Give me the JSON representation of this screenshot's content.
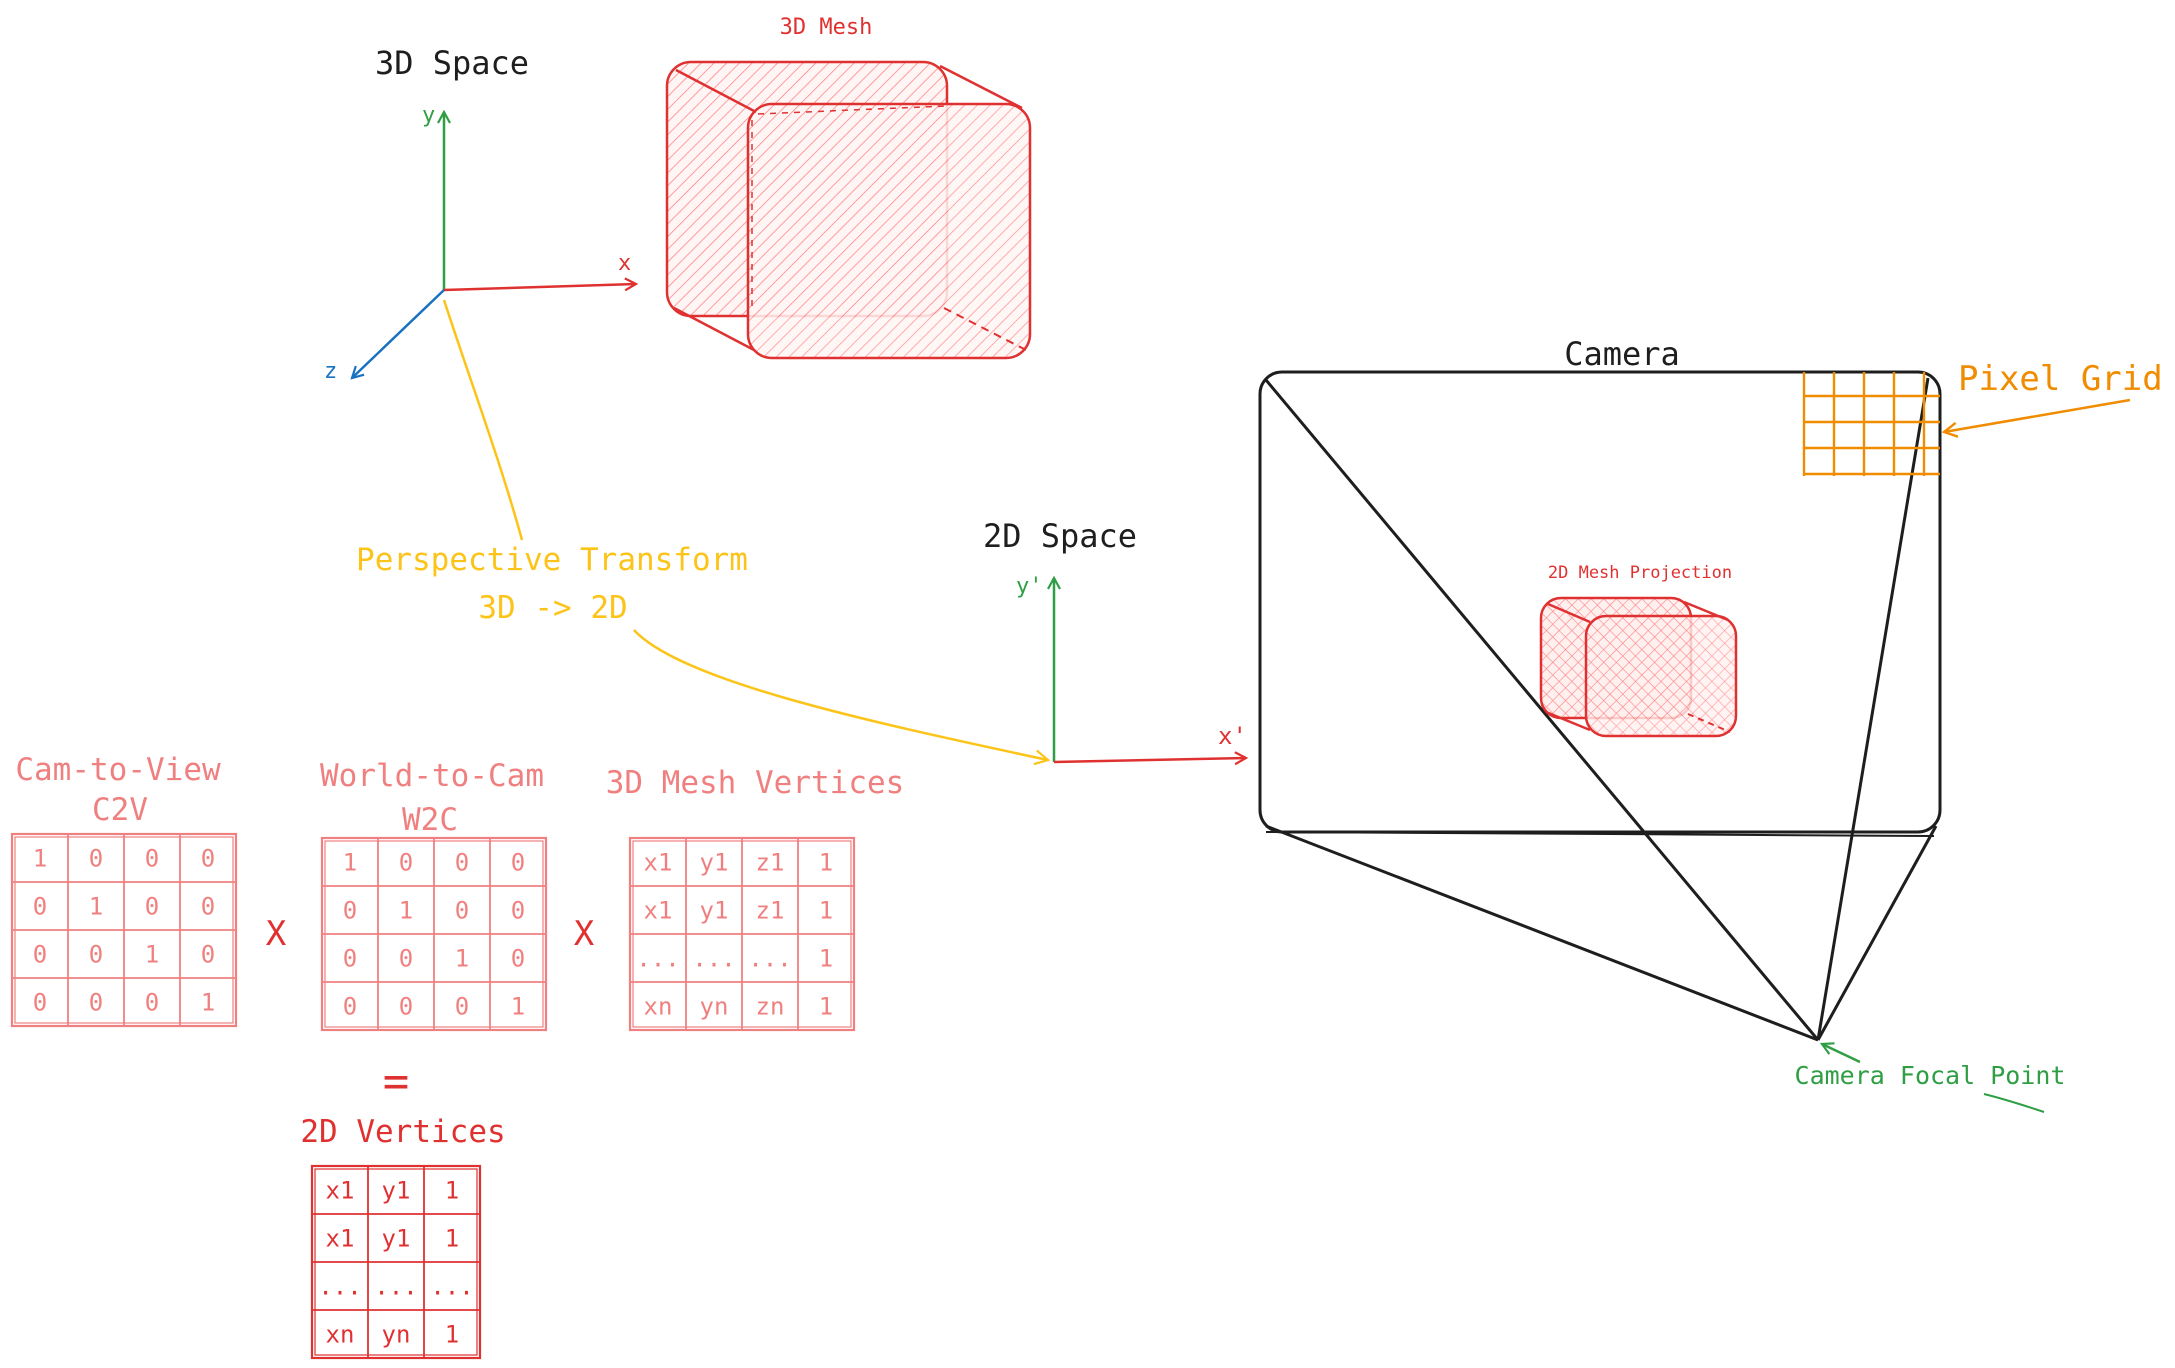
{
  "colors": {
    "red": "#e03131",
    "pink": "#f08080",
    "black": "#1e1e1e",
    "green": "#2f9e44",
    "blue": "#1971c2",
    "yellow": "#fcc419",
    "orange": "#f08c00",
    "mesh_fill": "#ffc9c9"
  },
  "space3d": {
    "title": "3D Space",
    "axis_y": "y",
    "axis_x": "x",
    "axis_z": "z"
  },
  "mesh": {
    "label": "3D Mesh"
  },
  "transform": {
    "line1": "Perspective Transform",
    "line2": "3D -> 2D"
  },
  "space2d": {
    "title": "2D Space",
    "axis_y": "y'",
    "axis_x": "x'"
  },
  "camera": {
    "title": "Camera",
    "projection_label": "2D Mesh Projection",
    "pixel_grid_label": "Pixel Grid",
    "focal_label": "Camera Focal Point"
  },
  "matrices": {
    "c2v": {
      "title1": "Cam-to-View",
      "title2": "C2V",
      "cells": [
        [
          "1",
          "0",
          "0",
          "0"
        ],
        [
          "0",
          "1",
          "0",
          "0"
        ],
        [
          "0",
          "0",
          "1",
          "0"
        ],
        [
          "0",
          "0",
          "0",
          "1"
        ]
      ]
    },
    "w2c": {
      "title1": "World-to-Cam",
      "title2": "W2C",
      "cells": [
        [
          "1",
          "0",
          "0",
          "0"
        ],
        [
          "0",
          "1",
          "0",
          "0"
        ],
        [
          "0",
          "0",
          "1",
          "0"
        ],
        [
          "0",
          "0",
          "0",
          "1"
        ]
      ]
    },
    "verts3d": {
      "title": "3D Mesh Vertices",
      "cells": [
        [
          "x1",
          "y1",
          "z1",
          "1"
        ],
        [
          "x1",
          "y1",
          "z1",
          "1"
        ],
        [
          "...",
          "...",
          "...",
          "1"
        ],
        [
          "xn",
          "yn",
          "zn",
          "1"
        ]
      ]
    },
    "times1": "X",
    "times2": "X",
    "equals": "=",
    "verts2d": {
      "title": "2D Vertices",
      "cells": [
        [
          "x1",
          "y1",
          "1"
        ],
        [
          "x1",
          "y1",
          "1"
        ],
        [
          "...",
          "...",
          "..."
        ],
        [
          "xn",
          "yn",
          "1"
        ]
      ]
    }
  }
}
